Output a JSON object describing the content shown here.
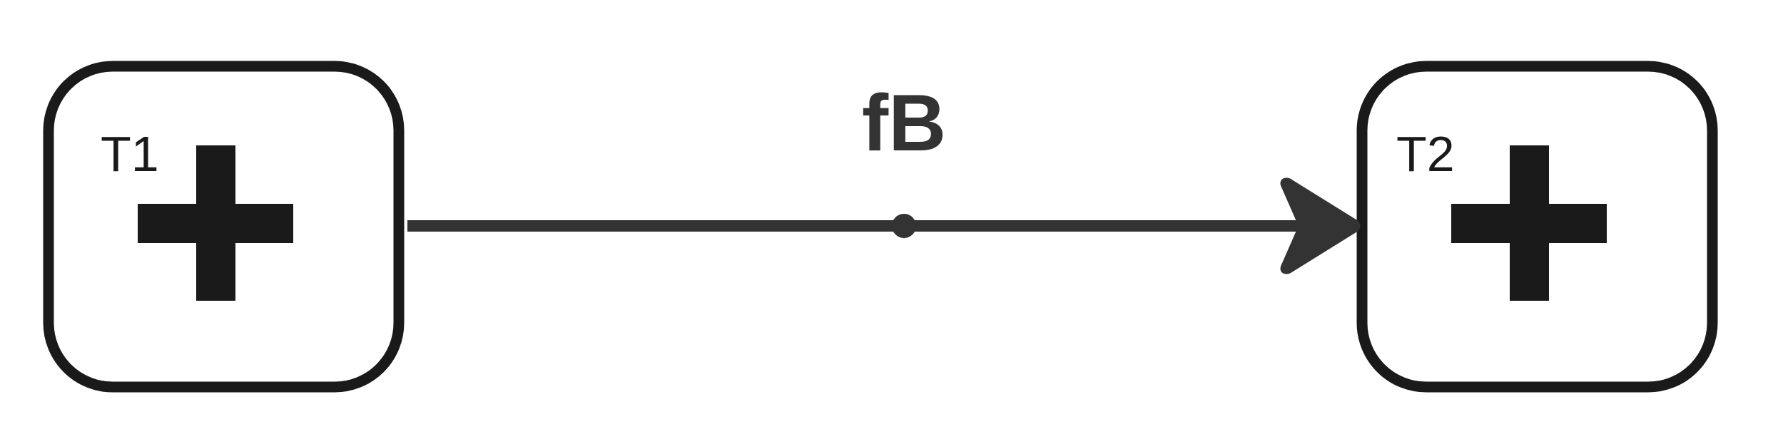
{
  "colors": {
    "stroke": "#1a1a1a",
    "edge": "#333333",
    "background": "#ffffff"
  },
  "nodes": [
    {
      "id": "T1",
      "label": "T1",
      "icon": "plus-icon"
    },
    {
      "id": "T2",
      "label": "T2",
      "icon": "plus-icon"
    }
  ],
  "edge": {
    "from": "T1",
    "to": "T2",
    "label": "fB",
    "marker_mid": "dot",
    "marker_end": "arrowhead"
  }
}
